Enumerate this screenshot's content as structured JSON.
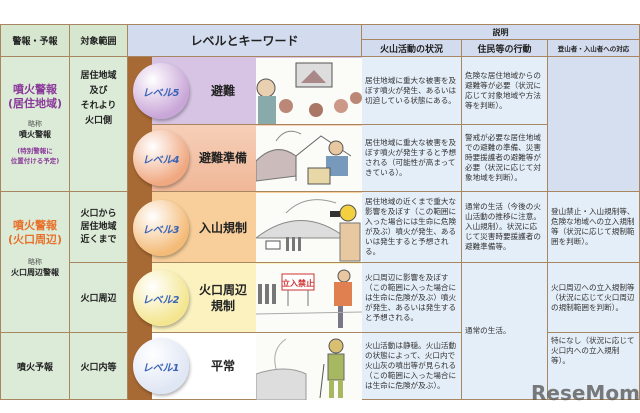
{
  "header": {
    "warning": "警報・予報",
    "scope": "対象範囲",
    "level": "レベルとキーワード",
    "explanation": "説明",
    "activity": "火山活動の状況",
    "residents": "住民等の行動",
    "climbers": "登山者・入山者への対応"
  },
  "warnings": [
    {
      "title1": "噴火警報",
      "title2": "(居住地域)",
      "abbr_label": "略称",
      "abbr": "噴火警報",
      "note1": "(特別警報に",
      "note2": "位置付ける予定)",
      "color": "#8a3a9a"
    },
    {
      "title1": "噴火警報",
      "title2": "(火口周辺)",
      "abbr_label": "略称",
      "abbr": "火口周辺警報",
      "color": "#e8702a"
    },
    {
      "title1": "噴火予報"
    }
  ],
  "scopes": [
    {
      "lines": [
        "居住地域",
        "及び",
        "それより",
        "火口側"
      ]
    },
    {
      "lines": [
        "火口から",
        "居住地域",
        "近くまで"
      ]
    },
    {
      "lines": [
        "火口周辺"
      ]
    },
    {
      "lines": [
        "火口内等"
      ]
    }
  ],
  "levels": [
    {
      "badge": "レベル5",
      "keyword": "避難",
      "band": "#d7c4e4",
      "ball": "#c9a6d8",
      "activity": "居住地域に重大な被害を及ぼす噴火が発生、あるいは切迫している状態にある。",
      "residents": "危険な居住地域からの避難等が必要（状況に応じて対象地域や方法等を判断）。"
    },
    {
      "badge": "レベル4",
      "keyword": "避難準備",
      "band": "#f3c2a6",
      "ball": "#f0a880",
      "activity": "居住地域に重大な被害を及ぼす噴火が発生すると予想される（可能性が高まってきている）。",
      "residents": "警戒が必要な居住地域での避難の準備、災害時要援護者の避難等が必要（状況に応じて対象地域を判断）。"
    },
    {
      "badge": "レベル3",
      "keyword": "入山規制",
      "band": "#f8cf9a",
      "ball": "#f4bb78",
      "activity": "居住地域の近くまで重大な影響を及ぼす（この範囲に入った場合には生命に危険が及ぶ）噴火が発生、あるいは発生すると予想される。",
      "residents": "通常の生活（今後の火山活動の推移に注意。入山規制）。状況に応じて災害時要援護者の避難準備等。",
      "climbers": "登山禁止・入山規制等、危険な地域への立入規制等（状況に応じて規制範囲を判断）。"
    },
    {
      "badge": "レベル2",
      "keyword1": "火口周辺",
      "keyword2": "規制",
      "band": "#fbf2c0",
      "ball": "#f4e690",
      "activity": "火口周辺に影響を及ぼす（この範囲に入った場合には生命に危険が及ぶ）噴火が発生、あるいは発生すると予想される。",
      "residents": "通常の生活。",
      "climbers": "火口周辺への立入規制等（状況に応じて火口周辺の規制範囲を判断）。"
    },
    {
      "badge": "レベル1",
      "keyword": "平常",
      "band": "#ffffff",
      "ball": "#eef2fa",
      "activity": "火山活動は静穏。火山活動の状態によって、火口内で火山灰の噴出等が見られる（この範囲に入った場合には生命に危険が及ぶ）。",
      "climbers": "特になし（状況に応じて火口内への立入規制等）。"
    }
  ],
  "illustration_sign": "立入禁止",
  "watermark": "ReseMom"
}
